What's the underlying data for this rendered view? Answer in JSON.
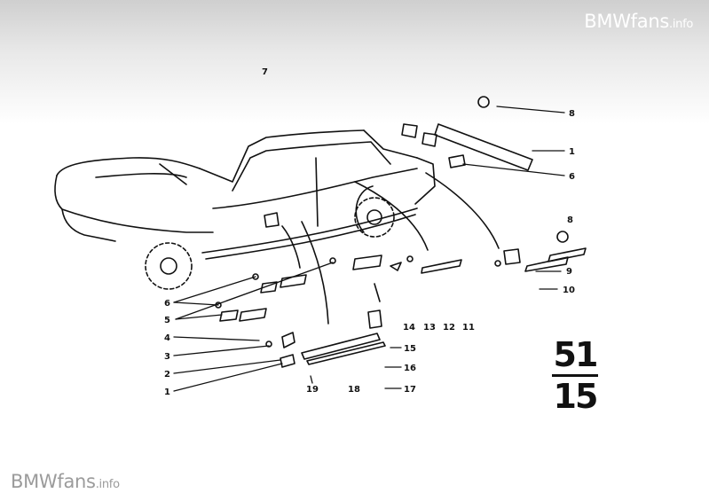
{
  "watermark": {
    "brand": "BMWfans",
    "suffix": ".info"
  },
  "group_number": {
    "main": "51",
    "sub": "15"
  },
  "callouts": {
    "c7": "7",
    "c8a": "8",
    "c1a": "1",
    "c6a": "6",
    "c8b": "8",
    "c9": "9",
    "c10": "10",
    "c6b": "6",
    "c5": "5",
    "c4": "4",
    "c3": "3",
    "c2": "2",
    "c1b": "1",
    "c14": "14",
    "c13": "13",
    "c12": "12",
    "c11": "11",
    "c15": "15",
    "c16": "16",
    "c17": "17",
    "c19": "19",
    "c18": "18"
  },
  "colors": {
    "ink": "#111111",
    "watermark_top": "#ffffff",
    "watermark_bottom": "#9b9b9b"
  }
}
